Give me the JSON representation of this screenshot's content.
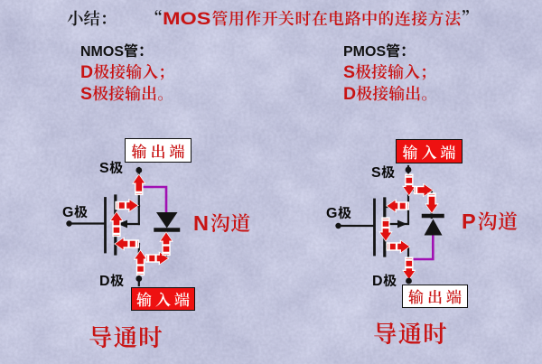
{
  "title": {
    "label": "小结：",
    "quote_open": "“",
    "device": "MOS",
    "rest": "管用作开关时在电路中的连接方法",
    "quote_close": "”"
  },
  "panels": {
    "nmos": {
      "heading": "NMOS管：",
      "rule1": "D极接输入；",
      "rule2": "S极接输出。"
    },
    "pmos": {
      "heading": "PMOS管：",
      "rule1": "S极接输入；",
      "rule2": "D极接输出。"
    }
  },
  "nmos_diagram": {
    "source_label": "S极",
    "gate_label": "G极",
    "drain_label": "D极",
    "top_box": "输出端",
    "bottom_box": "输入端",
    "channel_type": "N沟道",
    "state_caption": "导通时"
  },
  "pmos_diagram": {
    "source_label": "S极",
    "gate_label": "G极",
    "drain_label": "D极",
    "top_box": "输入端",
    "bottom_box": "输出端",
    "channel_type": "P沟道",
    "state_caption": "导通时"
  },
  "colors": {
    "text_red": "#c81414",
    "box_red": "#ee1111",
    "arrow_red": "#e01010",
    "wire_black": "#141414",
    "diode_purple": "#a010b2",
    "background": "#c2c3da"
  }
}
